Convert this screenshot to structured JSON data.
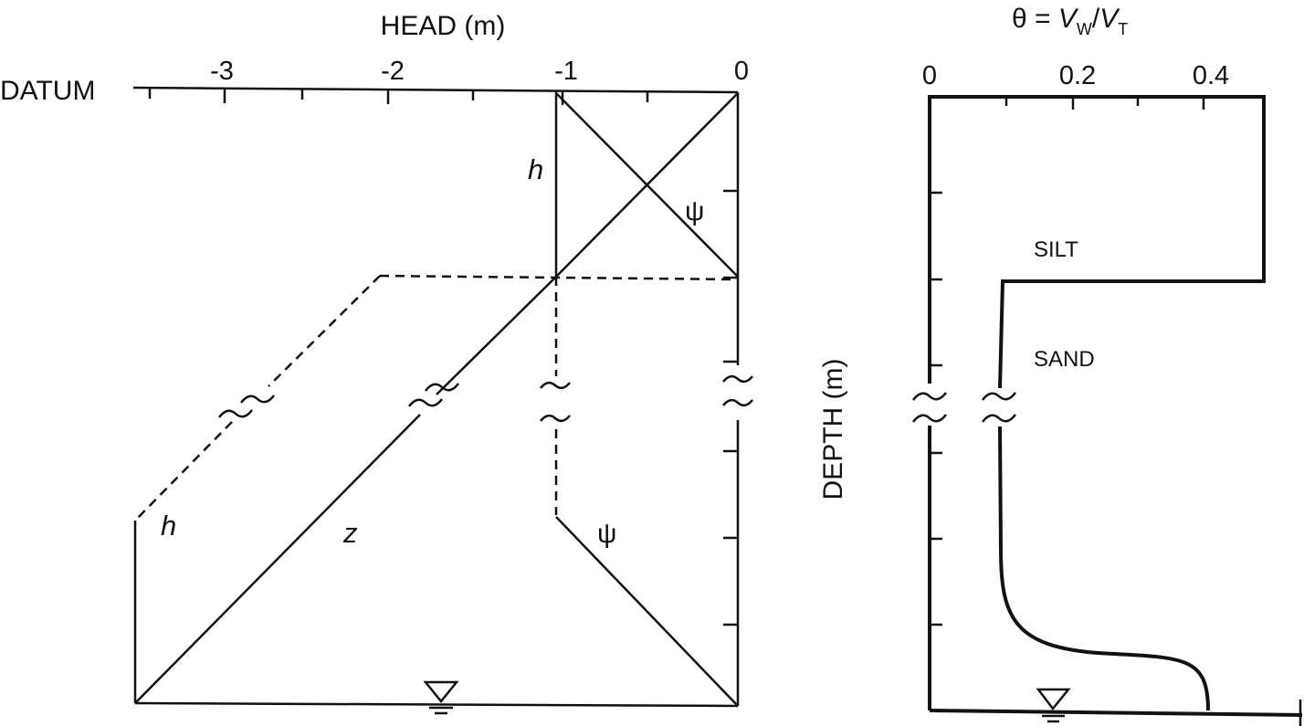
{
  "left_plot": {
    "x_axis_title": "HEAD (m)",
    "datum_label": "DATUM",
    "ticks": [
      "-3",
      "-2",
      "-1",
      "0"
    ],
    "curve_labels": {
      "h_upper": "h",
      "psi_upper": "ψ",
      "h_lower": "h",
      "z_lower": "z",
      "psi_lower": "ψ"
    }
  },
  "right_plot": {
    "x_axis_title_prefix": "θ = ",
    "x_axis_title_num": "V",
    "x_axis_title_num_sub": "W",
    "x_axis_title_sep": "/",
    "x_axis_title_den": "V",
    "x_axis_title_den_sub": "T",
    "y_axis_title": "DEPTH (m)",
    "ticks": [
      "0",
      "0.2",
      "0.4"
    ],
    "layer_labels": [
      "SILT",
      "SAND"
    ]
  },
  "water_table_symbol": "water-table-triangle"
}
